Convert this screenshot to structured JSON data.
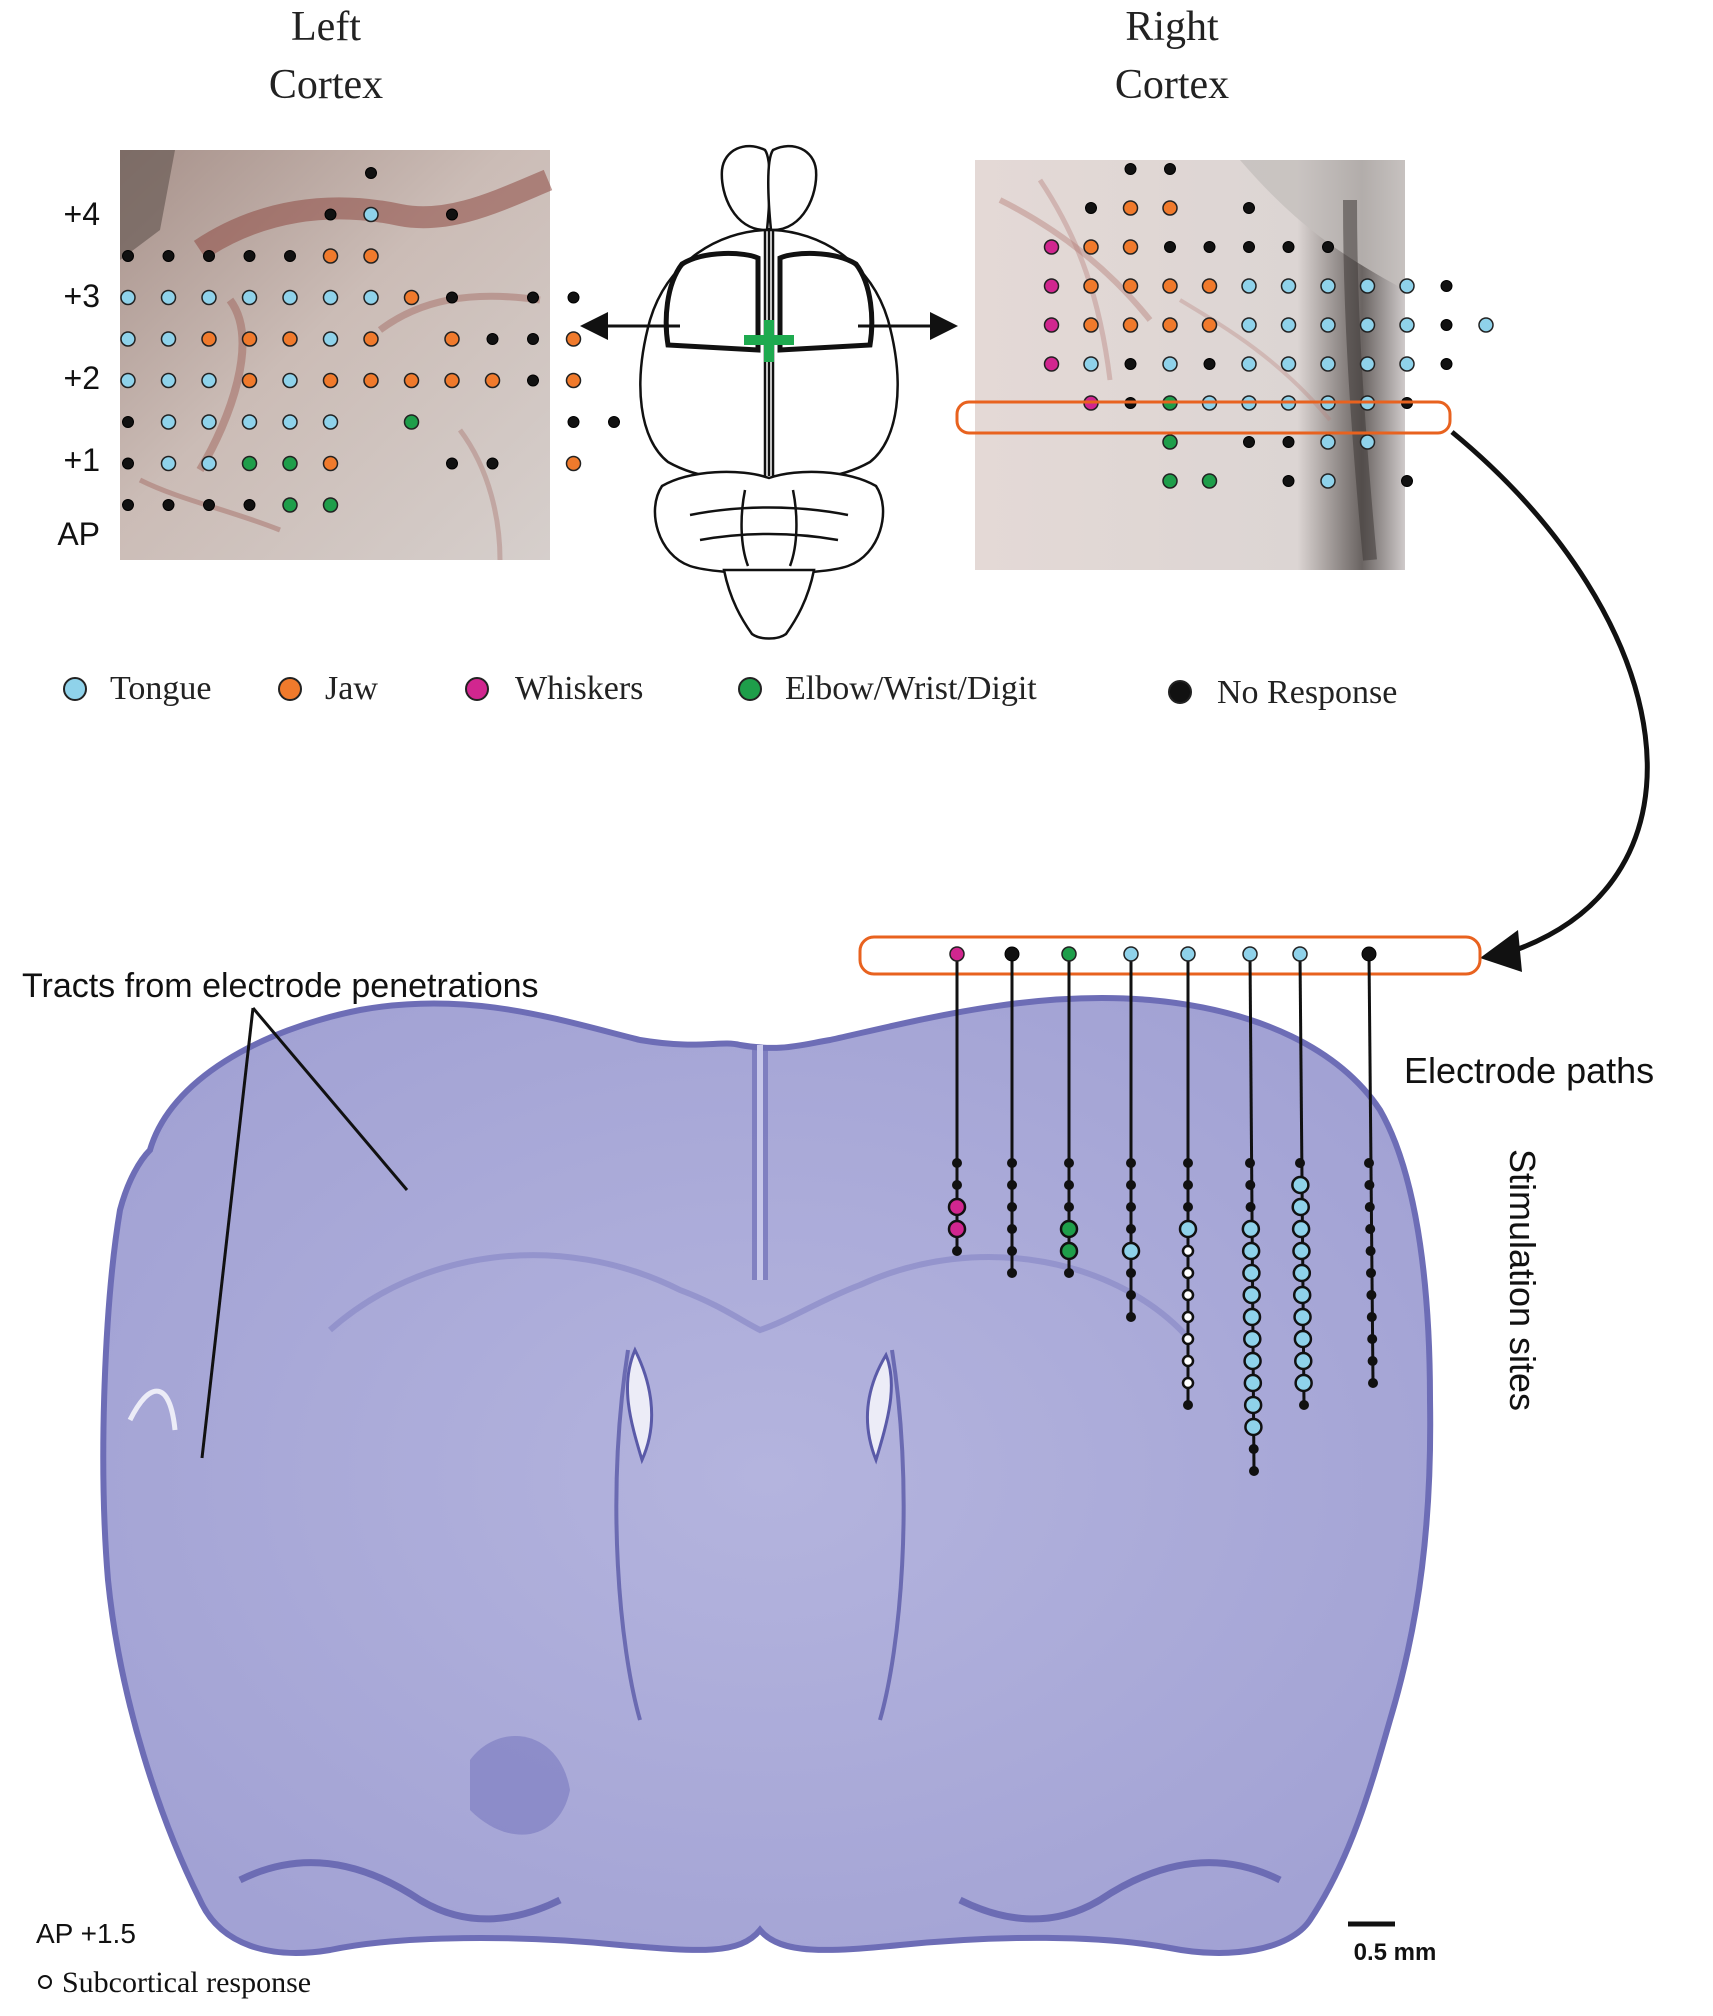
{
  "colors": {
    "tongue": "#8fd2ea",
    "jaw": "#f07a2c",
    "whiskers": "#d1268f",
    "elbow": "#1e9e4a",
    "none": "#111111",
    "subcortical": "#ffffff",
    "highlight": "#e8621f",
    "marker": "#1eaa4f"
  },
  "titles": {
    "left_line1": "Left",
    "left_line2": "Cortex",
    "right_line1": "Right",
    "right_line2": "Cortex"
  },
  "ap_axis": {
    "labels": [
      "+4",
      "+3",
      "+2",
      "+1",
      "AP"
    ]
  },
  "legend": [
    {
      "key": "tongue",
      "label": "Tongue"
    },
    {
      "key": "jaw",
      "label": "Jaw"
    },
    {
      "key": "whiskers",
      "label": "Whiskers"
    },
    {
      "key": "elbow",
      "label": "Elbow/Wrist/Digit"
    },
    {
      "key": "none",
      "label": "No Response"
    }
  ],
  "left_grid": {
    "rows": [
      "......N.....",
      ".....NT.N...",
      "NNNNNJJ.....",
      "TTTTTTTJN.NN",
      "TTJJJTJ.JNNJ",
      "TTTJTJJJJJNJ",
      "NTTTTT.E...NN",
      "NTTEEJ..NN.J",
      "NNNNEE......"
    ]
  },
  "right_grid": {
    "rows": [
      "...NN........",
      "..NJJ.N......",
      ".WJJNNNNN....",
      ".WJJJJTTTTTN.",
      ".WJJJJTTTTTNT",
      ".WTNTNTTTTTN.",
      "..WNETTTTTN..",
      "....E.NNTT...",
      "....EE.NT.N.."
    ]
  },
  "section": {
    "annotation": "Tracts from electrode penetrations",
    "electrode_paths_label": "Electrode paths",
    "stimulation_sites_label": "Stimulation sites",
    "ap_label": "AP +1.5",
    "subcortical_label": "Subcortical response",
    "scale_label": "0.5 mm"
  },
  "electrodes": [
    {
      "top": "whiskers",
      "sites": [
        "none",
        "none",
        "whiskers",
        "whiskers",
        "none"
      ]
    },
    {
      "top": "none",
      "sites": [
        "none",
        "none",
        "none",
        "none",
        "none",
        "none"
      ]
    },
    {
      "top": "elbow",
      "sites": [
        "none",
        "none",
        "none",
        "elbow",
        "elbow",
        "none"
      ]
    },
    {
      "top": "tongue",
      "sites": [
        "none",
        "none",
        "none",
        "none",
        "tongue",
        "none",
        "none",
        "none"
      ]
    },
    {
      "top": "tongue",
      "sites": [
        "none",
        "none",
        "none",
        "tongue",
        "subcortical",
        "subcortical",
        "subcortical",
        "subcortical",
        "subcortical",
        "subcortical",
        "subcortical",
        "none"
      ]
    },
    {
      "top": "tongue",
      "sites": [
        "none",
        "none",
        "none",
        "tongue",
        "tongue",
        "tongue",
        "tongue",
        "tongue",
        "tongue",
        "tongue",
        "tongue",
        "tongue",
        "tongue",
        "none",
        "none"
      ]
    },
    {
      "top": "tongue",
      "sites": [
        "none",
        "tongue",
        "tongue",
        "tongue",
        "tongue",
        "tongue",
        "tongue",
        "tongue",
        "tongue",
        "tongue",
        "tongue",
        "none"
      ]
    },
    {
      "top": "none",
      "sites": [
        "none",
        "none",
        "none",
        "none",
        "none",
        "none",
        "none",
        "none",
        "none",
        "none",
        "none"
      ]
    }
  ]
}
